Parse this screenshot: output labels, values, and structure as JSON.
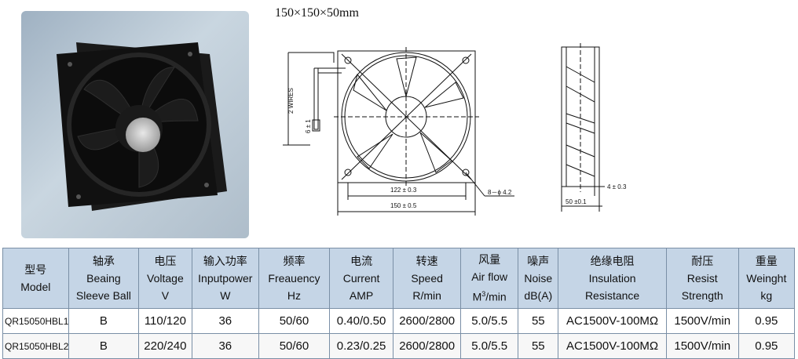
{
  "size_title": "150×150×50mm",
  "drawing": {
    "wires_label": "2 WIRES",
    "wire_dim": "6 ± 1",
    "hole_spacing": "122 ± 0.3",
    "outer_width": "150 ± 0.5",
    "hole_dia": "8－ϕ 4.2",
    "flange": "4 ± 0.3",
    "depth": "50 ±0.1"
  },
  "table": {
    "headers": [
      {
        "cn": "型号",
        "en": [
          "Model"
        ]
      },
      {
        "cn": "轴承",
        "en": [
          "Beaing",
          "Sleeve Ball"
        ]
      },
      {
        "cn": "电压",
        "en": [
          "Voltage",
          "V"
        ]
      },
      {
        "cn": "输入功率",
        "en": [
          "Inputpower",
          "W"
        ]
      },
      {
        "cn": "频率",
        "en": [
          "Freauency",
          "Hz"
        ]
      },
      {
        "cn": "电流",
        "en": [
          "Current",
          "AMP"
        ]
      },
      {
        "cn": "转速",
        "en": [
          "Speed",
          "R/min"
        ]
      },
      {
        "cn": "风量",
        "en": [
          "Air flow",
          "M³/min"
        ]
      },
      {
        "cn": "噪声",
        "en": [
          "Noise",
          "dB(A)"
        ]
      },
      {
        "cn": "绝缘电阻",
        "en": [
          "Insulation",
          "Resistance"
        ]
      },
      {
        "cn": "耐压",
        "en": [
          "Resist",
          "Strength"
        ]
      },
      {
        "cn": "重量",
        "en": [
          "Weinght",
          "kg"
        ]
      }
    ],
    "rows": [
      [
        "QR15050HBL1",
        "B",
        "110/120",
        "36",
        "50/60",
        "0.40/0.50",
        "2600/2800",
        "5.0/5.5",
        "55",
        "AC1500V-100MΩ",
        "1500V/min",
        "0.95"
      ],
      [
        "QR15050HBL2",
        "B",
        "220/240",
        "36",
        "50/60",
        "0.23/0.25",
        "2600/2800",
        "5.0/5.5",
        "55",
        "AC1500V-100MΩ",
        "1500V/min",
        "0.95"
      ]
    ]
  }
}
